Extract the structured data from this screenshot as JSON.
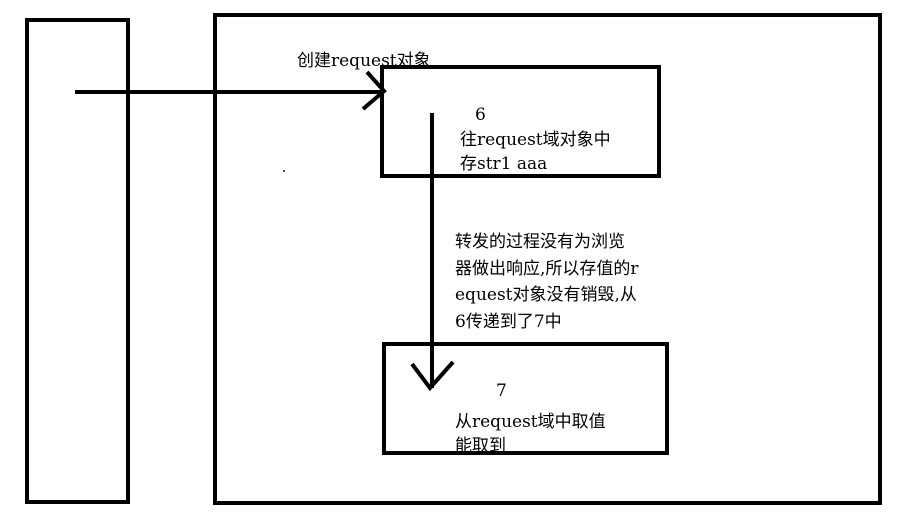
{
  "labels": {
    "create_request": "创建request对象",
    "box6_number": "6",
    "box6_line1": "往request域对象中",
    "box6_line2": "存str1 aaa",
    "forward_note": "转发的过程没有为浏览器做出响应,所以存值的request对象没有销毁,从6传递到了7中",
    "box7_number": "7",
    "box7_line1": "从request域中取值",
    "box7_line2": "能取到"
  }
}
